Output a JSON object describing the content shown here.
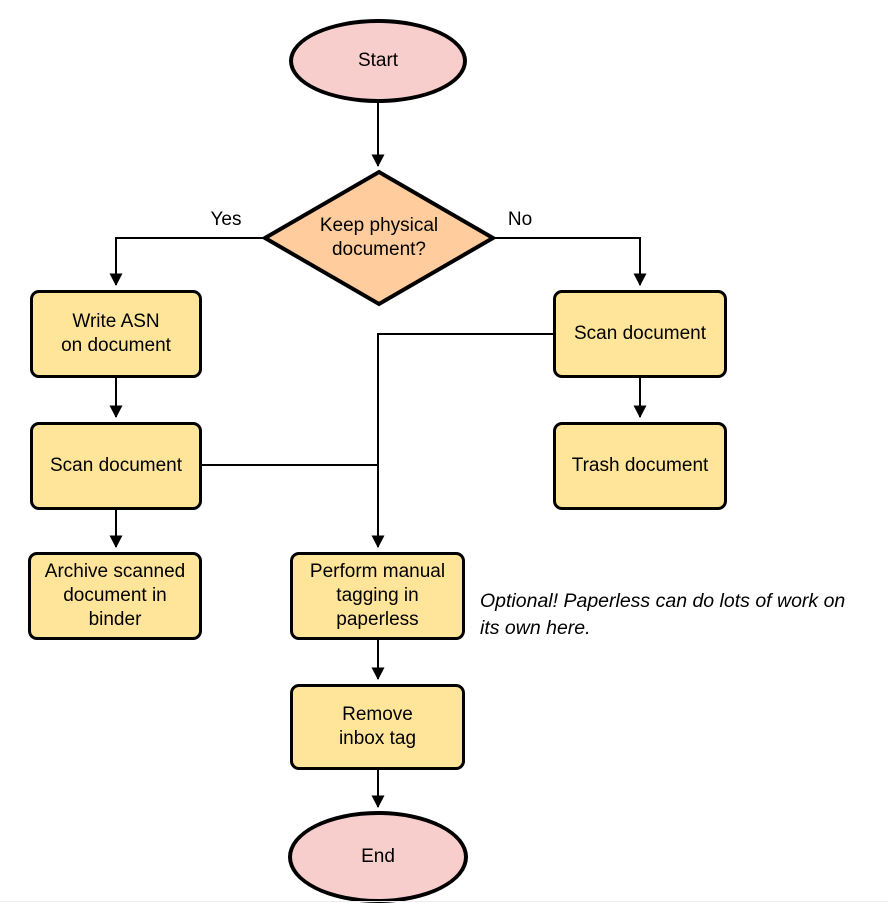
{
  "diagram": {
    "type": "flowchart",
    "description": "Paperless document intake workflow"
  },
  "colors": {
    "terminal_fill": "#F8CECC",
    "process_fill": "#FFE59A",
    "decision_fill": "#FFCC9E",
    "stroke": "#000000",
    "background": "#ffffff"
  },
  "nodes": {
    "start": {
      "type": "terminal",
      "lines": [
        "Start"
      ]
    },
    "decision": {
      "type": "decision",
      "lines": [
        "Keep physical",
        "document?"
      ]
    },
    "write_asn": {
      "type": "process",
      "lines": [
        "Write ASN",
        "on document"
      ]
    },
    "scan_left": {
      "type": "process",
      "lines": [
        "Scan document"
      ]
    },
    "archive": {
      "type": "process",
      "lines": [
        "Archive scanned",
        "document in",
        "binder"
      ]
    },
    "scan_right": {
      "type": "process",
      "lines": [
        "Scan document"
      ]
    },
    "trash": {
      "type": "process",
      "lines": [
        "Trash document"
      ]
    },
    "tagging": {
      "type": "process",
      "lines": [
        "Perform manual",
        "tagging in",
        "paperless"
      ]
    },
    "remove_inbox": {
      "type": "process",
      "lines": [
        "Remove",
        "inbox tag"
      ]
    },
    "end": {
      "type": "terminal",
      "lines": [
        "End"
      ]
    }
  },
  "edge_labels": {
    "yes": "Yes",
    "no": "No"
  },
  "edges": [
    {
      "from": "start",
      "to": "decision",
      "label": ""
    },
    {
      "from": "decision",
      "to": "write_asn",
      "label": "Yes"
    },
    {
      "from": "decision",
      "to": "scan_right",
      "label": "No"
    },
    {
      "from": "write_asn",
      "to": "scan_left",
      "label": ""
    },
    {
      "from": "scan_left",
      "to": "archive",
      "label": ""
    },
    {
      "from": "scan_right",
      "to": "trash",
      "label": ""
    },
    {
      "from": "scan_left",
      "to": "tagging",
      "label": ""
    },
    {
      "from": "scan_right",
      "to": "tagging",
      "label": ""
    },
    {
      "from": "tagging",
      "to": "remove_inbox",
      "label": ""
    },
    {
      "from": "remove_inbox",
      "to": "end",
      "label": ""
    }
  ],
  "annotation": {
    "lines": [
      "Optional! Paperless can do lots of work on",
      "its own here."
    ]
  }
}
